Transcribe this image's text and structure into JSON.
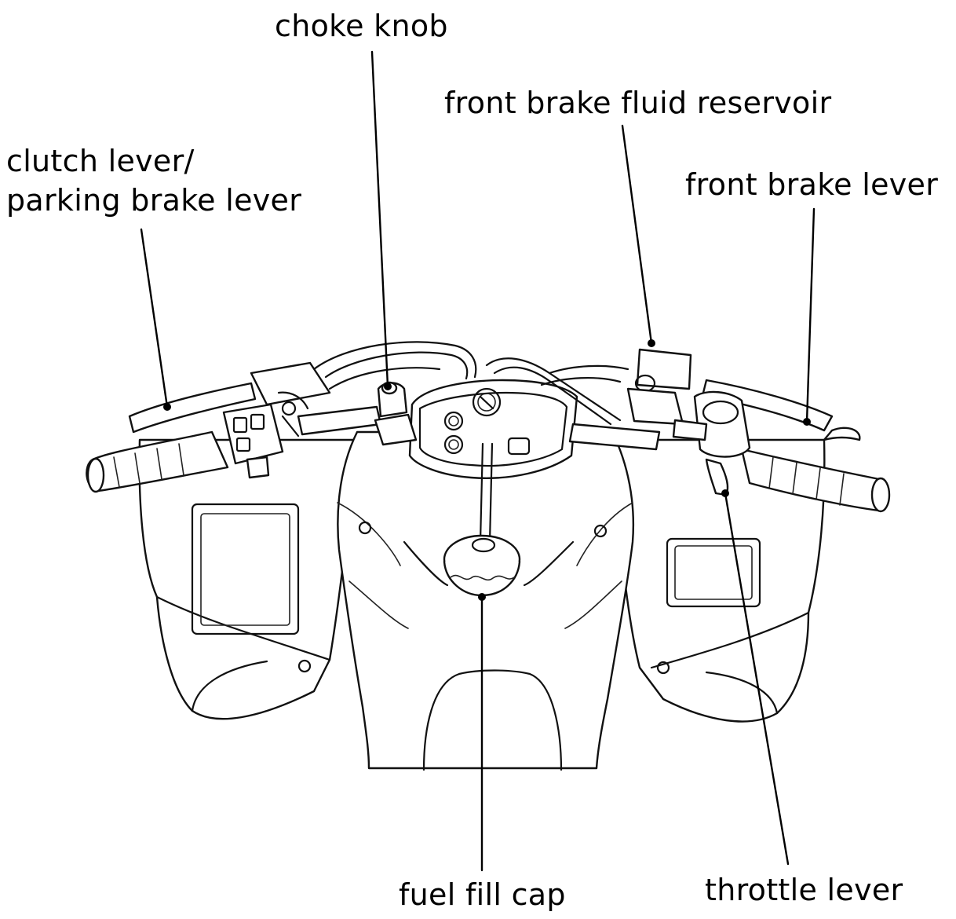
{
  "labels": {
    "choke_knob": "choke knob",
    "clutch_lever_line1": "clutch lever/",
    "clutch_lever_line2": "parking brake lever",
    "front_brake_fluid_reservoir": "front brake fluid reservoir",
    "front_brake_lever": "front brake lever",
    "fuel_fill_cap": "fuel fill cap",
    "throttle_lever": "throttle lever"
  },
  "colors": {
    "line": "#111111",
    "background": "#ffffff"
  }
}
